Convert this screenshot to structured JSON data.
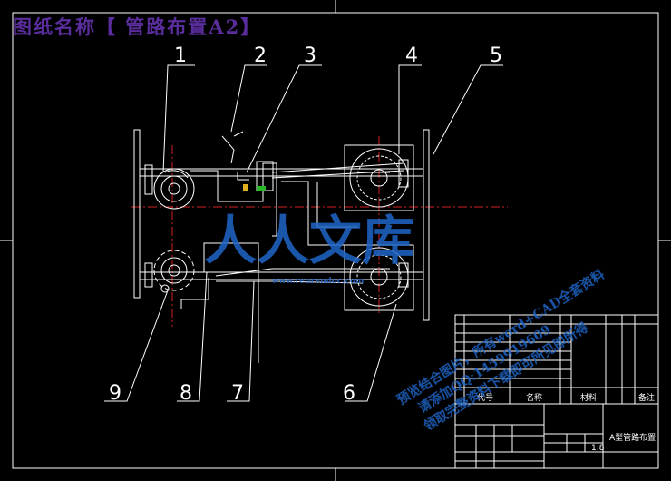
{
  "drawing_title": "图纸名称【 管路布置A2】",
  "callouts": [
    "1",
    "2",
    "3",
    "4",
    "5",
    "6",
    "7",
    "8",
    "9"
  ],
  "title_block": {
    "drawing_name": "A型管路布置",
    "code_header": "代号",
    "name_header": "名称",
    "material_header": "材料",
    "remark_header": "备注",
    "scale": "1:8"
  },
  "watermark": {
    "brand": "人人文库",
    "url": "www.renrendoc.com",
    "note_line1": "预览结合图片，所有word+CAD全套资料",
    "note_line2": "请添加QQ:1459919609",
    "note_line3": "领取完整资料下载即可所见即所得"
  }
}
